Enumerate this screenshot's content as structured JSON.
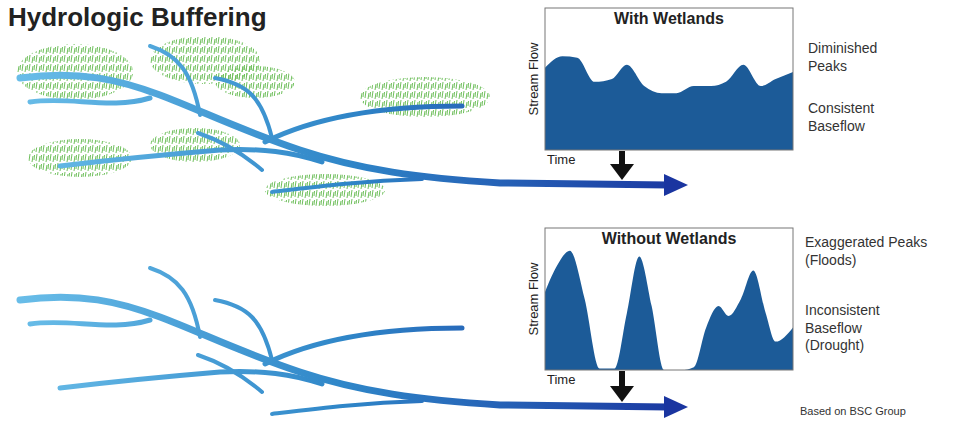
{
  "diagram": {
    "title": "Hydrologic Buffering",
    "nodes": [
      {
        "text": [
          "With Wetlands",
          "Stream Flow",
          "Time"
        ]
      },
      {
        "text": [
          "Without Wetlands",
          "Stream Flow",
          "Time"
        ]
      }
    ],
    "labels": [
      "Diminished Peaks",
      "Consistent Baseflow",
      "Exaggerated Peaks (Floods)",
      "Inconsistent Baseflow (Drought)",
      "Based on BSC Group"
    ]
  }
}
